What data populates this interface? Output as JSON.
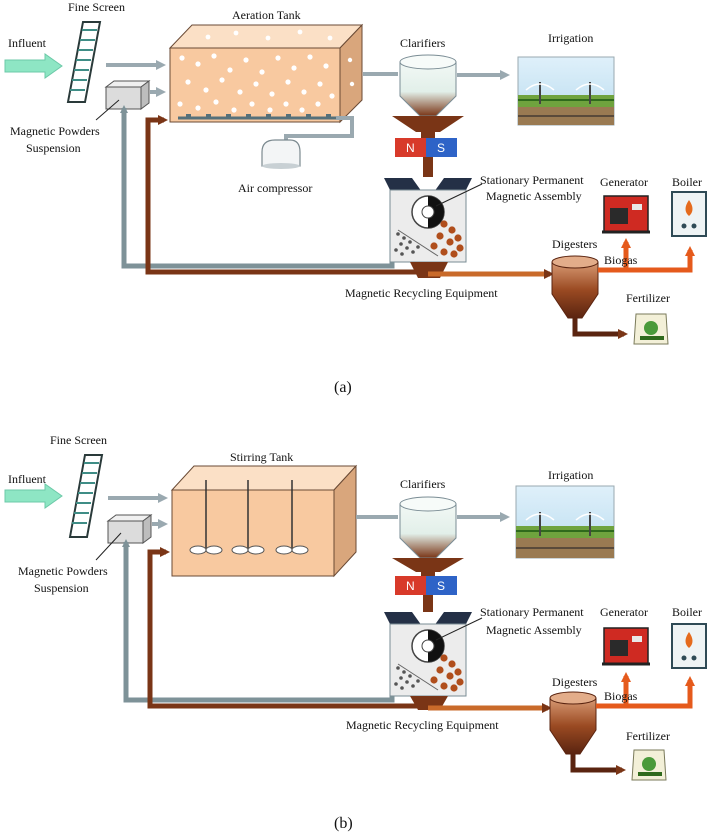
{
  "panels": [
    {
      "influent": "Influent",
      "fine_screen": "Fine Screen",
      "tank": "Aeration Tank",
      "clarifiers": "Clarifiers",
      "irrigation": "Irrigation",
      "powders": [
        "Magnetic Powders",
        "Suspension"
      ],
      "air_compressor": "Air compressor",
      "magnet_n": "N",
      "magnet_s": "S",
      "assembly": [
        "Stationary Permanent",
        "Magnetic Assembly"
      ],
      "generator": "Generator",
      "boiler": "Boiler",
      "digesters": "Digesters",
      "biogas": "Biogas",
      "recycling": "Magnetic Recycling  Equipment",
      "fertilizer": "Fertilizer",
      "caption": "(a)"
    },
    {
      "influent": "Influent",
      "fine_screen": "Fine Screen",
      "tank": "Stirring Tank",
      "clarifiers": "Clarifiers",
      "irrigation": "Irrigation",
      "powders": [
        "Magnetic Powders",
        "Suspension"
      ],
      "magnet_n": "N",
      "magnet_s": "S",
      "assembly": [
        "Stationary Permanent",
        "Magnetic Assembly"
      ],
      "generator": "Generator",
      "boiler": "Boiler",
      "digesters": "Digesters",
      "biogas": "Biogas",
      "recycling": "Magnetic Recycling  Equipment",
      "fertilizer": "Fertilizer",
      "caption": "(b)"
    }
  ],
  "colors": {
    "influent_arrow": "#8ee6c4",
    "tank_front": "#f8c9a0",
    "tank_top": "#fbe0c6",
    "tank_side": "#d9a67c",
    "sludge_brown": "#7a3516",
    "sludge_orange": "#c96a2a",
    "recycle_gray": "#7e9298",
    "magnet_n": "#d83a2a",
    "magnet_s": "#2e63c7",
    "biogas_orange": "#e55a1c",
    "clarifier_water": "#e7f3ee"
  },
  "icons": [
    "fine-screen-icon",
    "air-compressor-icon",
    "magnet-icon",
    "generator-icon",
    "boiler-icon",
    "fertilizer-bag-icon",
    "irrigation-field-icon"
  ]
}
